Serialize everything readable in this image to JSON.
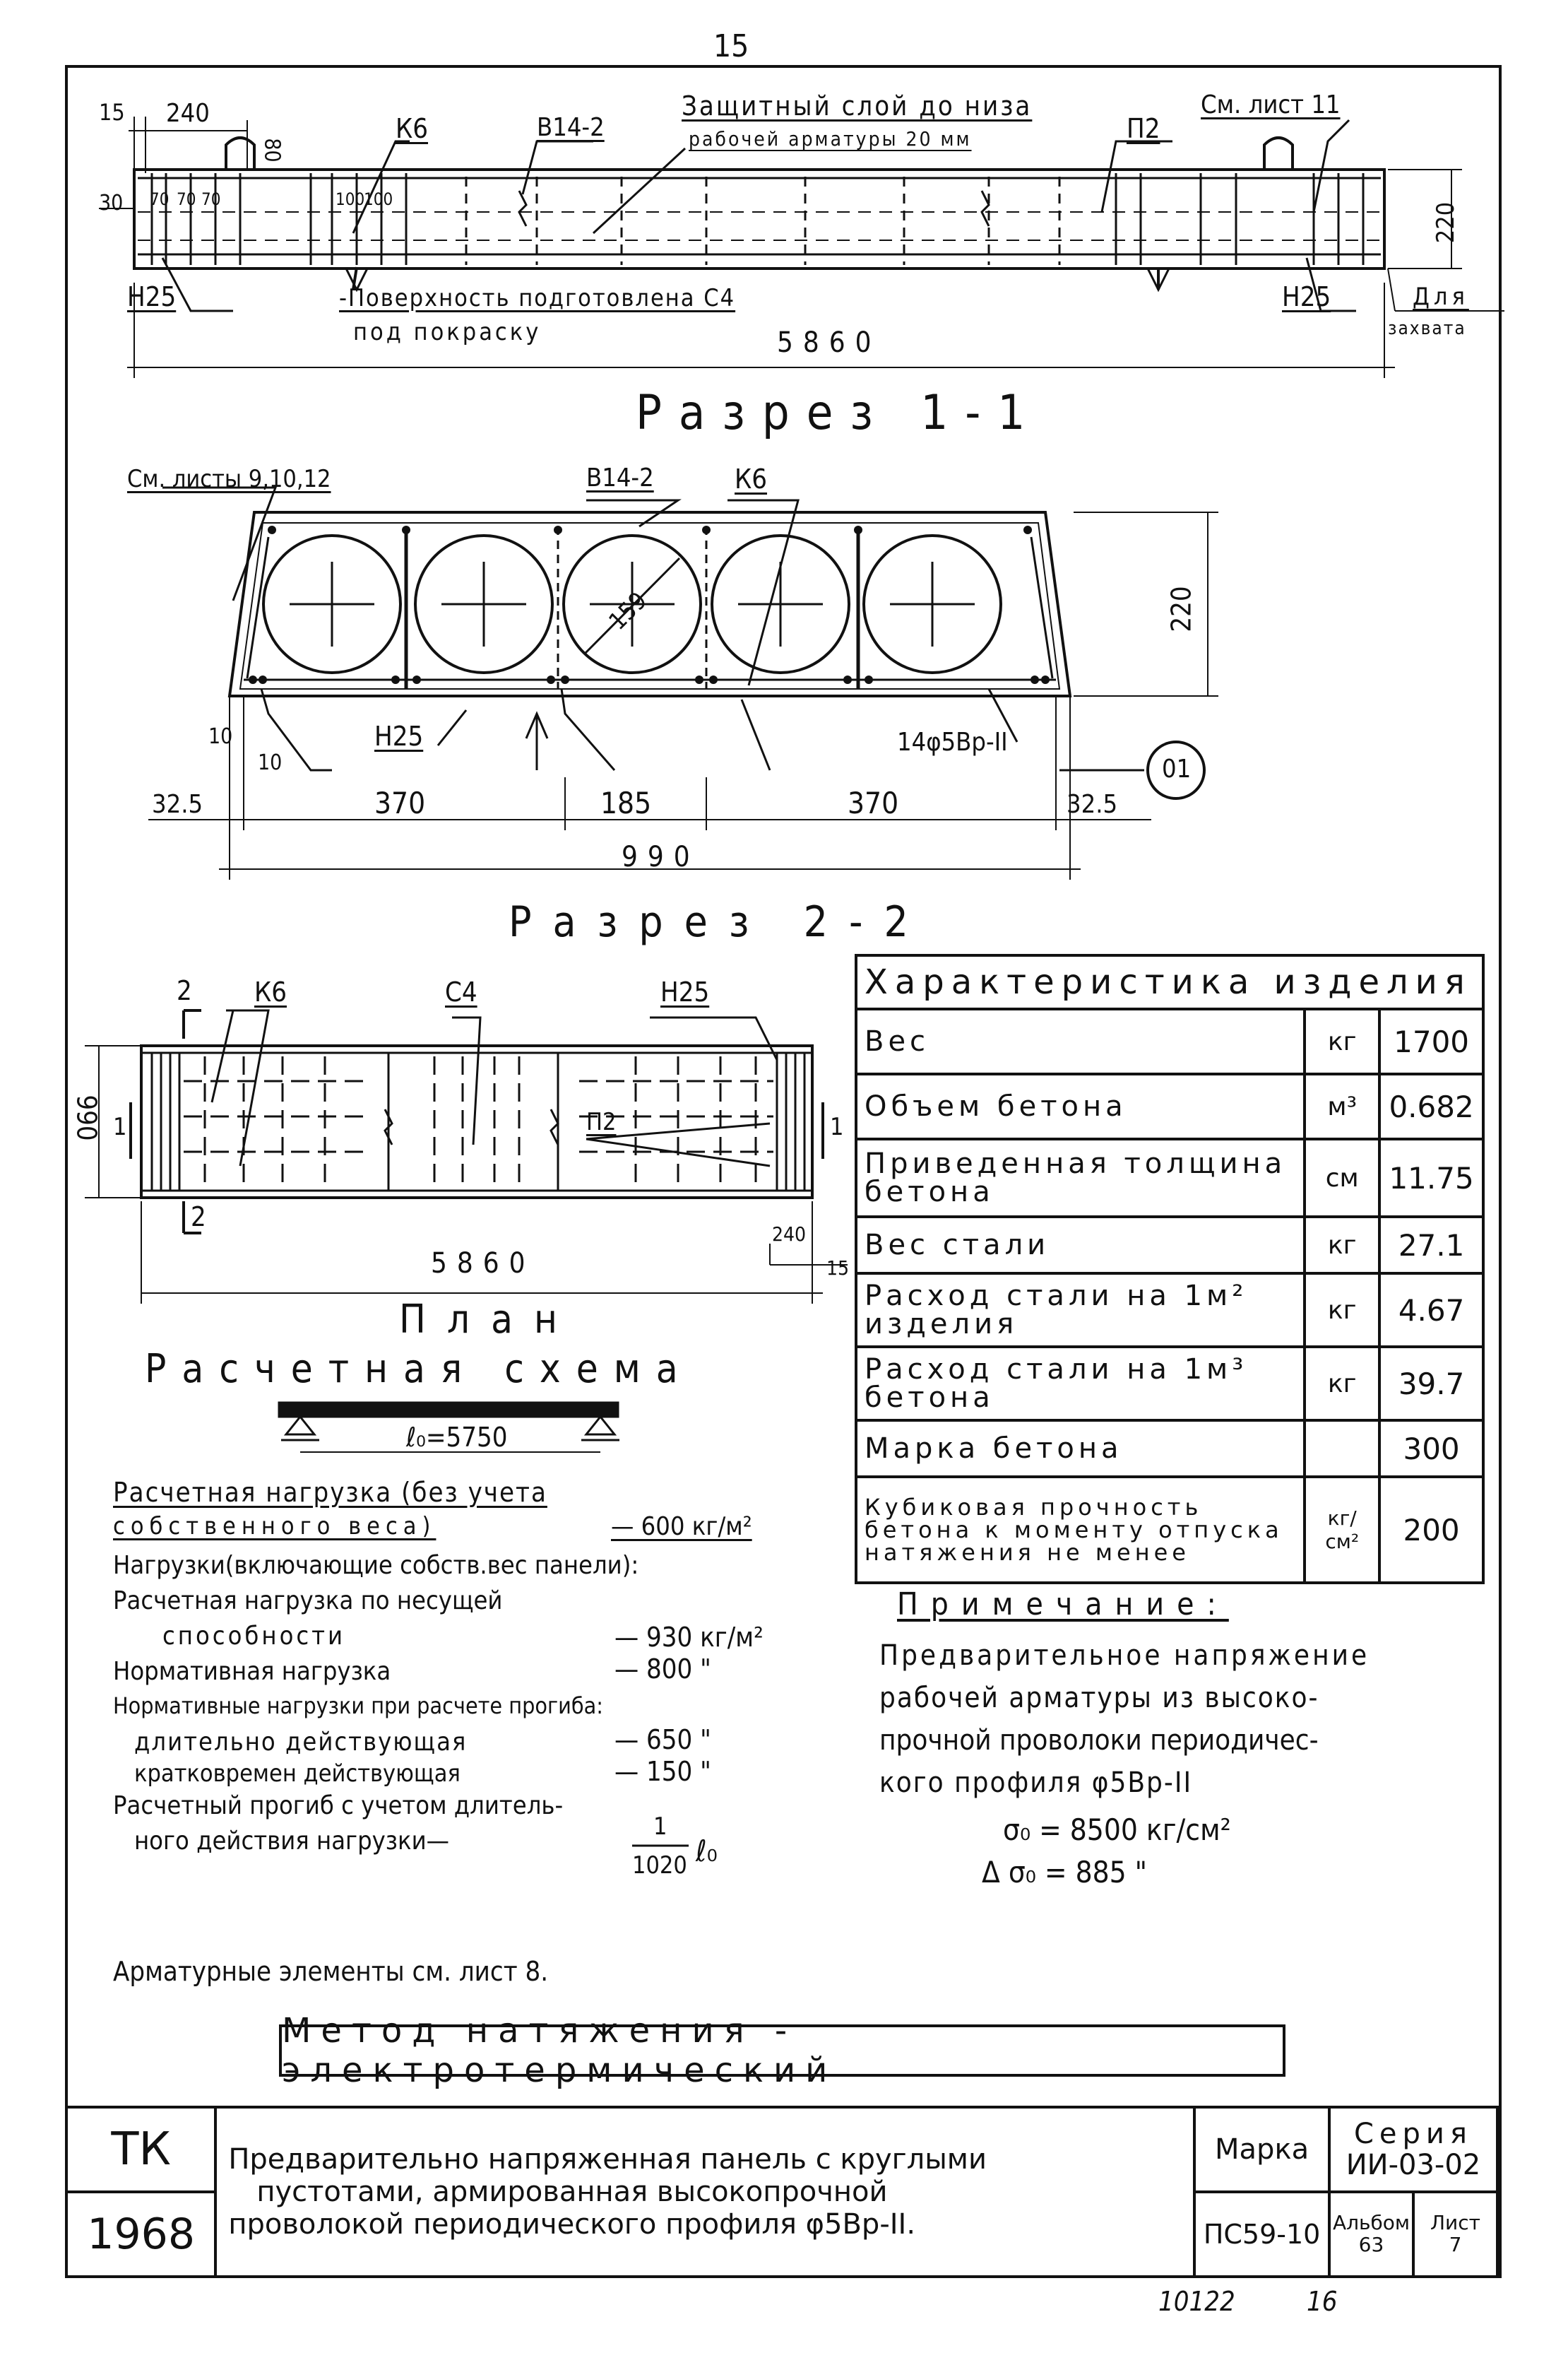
{
  "page_number": "15",
  "section_1_1": {
    "callouts": {
      "protective_layer_line1": "Защитный слой до низа",
      "protective_layer_line2": "рабочей арматуры 20 мм",
      "k6": "К6",
      "v14_2": "В14-2",
      "p2": "П2",
      "see_sheet_11": "См. лист 11",
      "n25_left": "Н25",
      "n25_right": "Н25",
      "surface_line1": "-Поверхность подготовлена С4",
      "surface_line2": "под покраску",
      "for_grip_line1": "Для",
      "for_grip_line2": "захвата"
    },
    "dims": {
      "d15": "15",
      "d240": "240",
      "d80": "80",
      "d30": "30",
      "d70a": "70",
      "d70b": "70",
      "d70c": "70",
      "d100a": "100",
      "d100b": "100",
      "d220": "220",
      "length": "5860"
    },
    "caption": "Разрез 1-1"
  },
  "section_2_2": {
    "callouts": {
      "see_sheets": "См. листы 9,10,12",
      "v14_2": "В14-2",
      "k6": "К6",
      "n25": "Н25",
      "wire": "14φ5Вр-II",
      "mark": "01",
      "diameter": "159"
    },
    "dims": {
      "height": "220",
      "d10a": "10",
      "d10b": "10",
      "d32_5_left": "32.5",
      "d370_left": "370",
      "d185": "185",
      "d370_right": "370",
      "d32_5_right": "32.5",
      "width": "990"
    },
    "caption": "Разрез 2-2"
  },
  "plan": {
    "callouts": {
      "mark2_top": "2",
      "k6": "К6",
      "c4": "С4",
      "n25": "Н25",
      "p2": "П2",
      "mark1_left": "1",
      "mark1_right": "1",
      "mark2_bottom": "2"
    },
    "dims": {
      "width": "990",
      "length": "5860",
      "d240": "240",
      "d15": "15"
    },
    "caption": "План"
  },
  "design_scheme": {
    "caption": "Расчетная схема",
    "span_label": "ℓ₀=5750"
  },
  "loads": {
    "design_load_line1": "Расчетная нагрузка (без учета",
    "design_load_line2": "собственного веса)",
    "design_load_value": "— 600 кг/м²",
    "including_self_weight": "Нагрузки(включающие собств.вес панели):",
    "bearing_line1": "Расчетная нагрузка по несущей",
    "bearing_line2": "способности",
    "bearing_value": "— 930 кг/м²",
    "normative_label": "Нормативная нагрузка",
    "normative_value": "— 800  \"",
    "deflection_loads": "Нормативные нагрузки при расчете прогиба:",
    "long_term_label": "длительно действующая",
    "long_term_value": "— 650  \"",
    "short_term_label": "кратковремен действующая",
    "short_term_value": "— 150  \"",
    "deflection_line1": "Расчетный прогиб с учетом длитель-",
    "deflection_line2": "ного действия нагрузки—",
    "deflection_num": "1",
    "deflection_den": "1020",
    "deflection_suffix": "ℓ₀",
    "rebar_note": "Арматурные элементы см. лист 8."
  },
  "characteristics": {
    "title": "Характеристика изделия",
    "rows": [
      {
        "name": "Вес",
        "unit": "кг",
        "value": "1700"
      },
      {
        "name": "Объем бетона",
        "unit": "м³",
        "value": "0.682"
      },
      {
        "name": "Приведенная толщина бетона",
        "unit": "см",
        "value": "11.75"
      },
      {
        "name": "Вес стали",
        "unit": "кг",
        "value": "27.1"
      },
      {
        "name": "Расход стали на 1м² изделия",
        "unit": "кг",
        "value": "4.67"
      },
      {
        "name": "Расход стали на 1м³ бетона",
        "unit": "кг",
        "value": "39.7"
      },
      {
        "name": "Марка бетона",
        "unit": "",
        "value": "300"
      },
      {
        "name": "Кубиковая прочность бетона к моменту отпуска натяжения не менее",
        "unit": "кг/см²",
        "value": "200"
      }
    ]
  },
  "note": {
    "title": "Примечание:",
    "line1": "Предварительное напряжение",
    "line2": "рабочей арматуры из высоко-",
    "line3": "прочной проволоки периодичес-",
    "line4": "кого профиля φ5Вр-II",
    "sigma": "σ₀ = 8500 кг/см²",
    "delta_sigma": "Δ σ₀ = 885  \""
  },
  "method": "Метод натяжения - электротермический",
  "title_block": {
    "tk": "ТК",
    "year": "1968",
    "desc_line1": "Предварительно напряженная панель с круглыми",
    "desc_line2": "пустотами, армированная высокопрочной",
    "desc_line3": "проволокой периодического профиля φ5Вр-II.",
    "mark_label": "Марка",
    "mark_value": "ПС59-10",
    "series_label": "Серия",
    "series_value": "ИИ-03-02",
    "album_label": "Альбом",
    "album_value": "63",
    "sheet_label": "Лист",
    "sheet_value": "7"
  },
  "footer": {
    "left": "10122",
    "right": "16"
  }
}
